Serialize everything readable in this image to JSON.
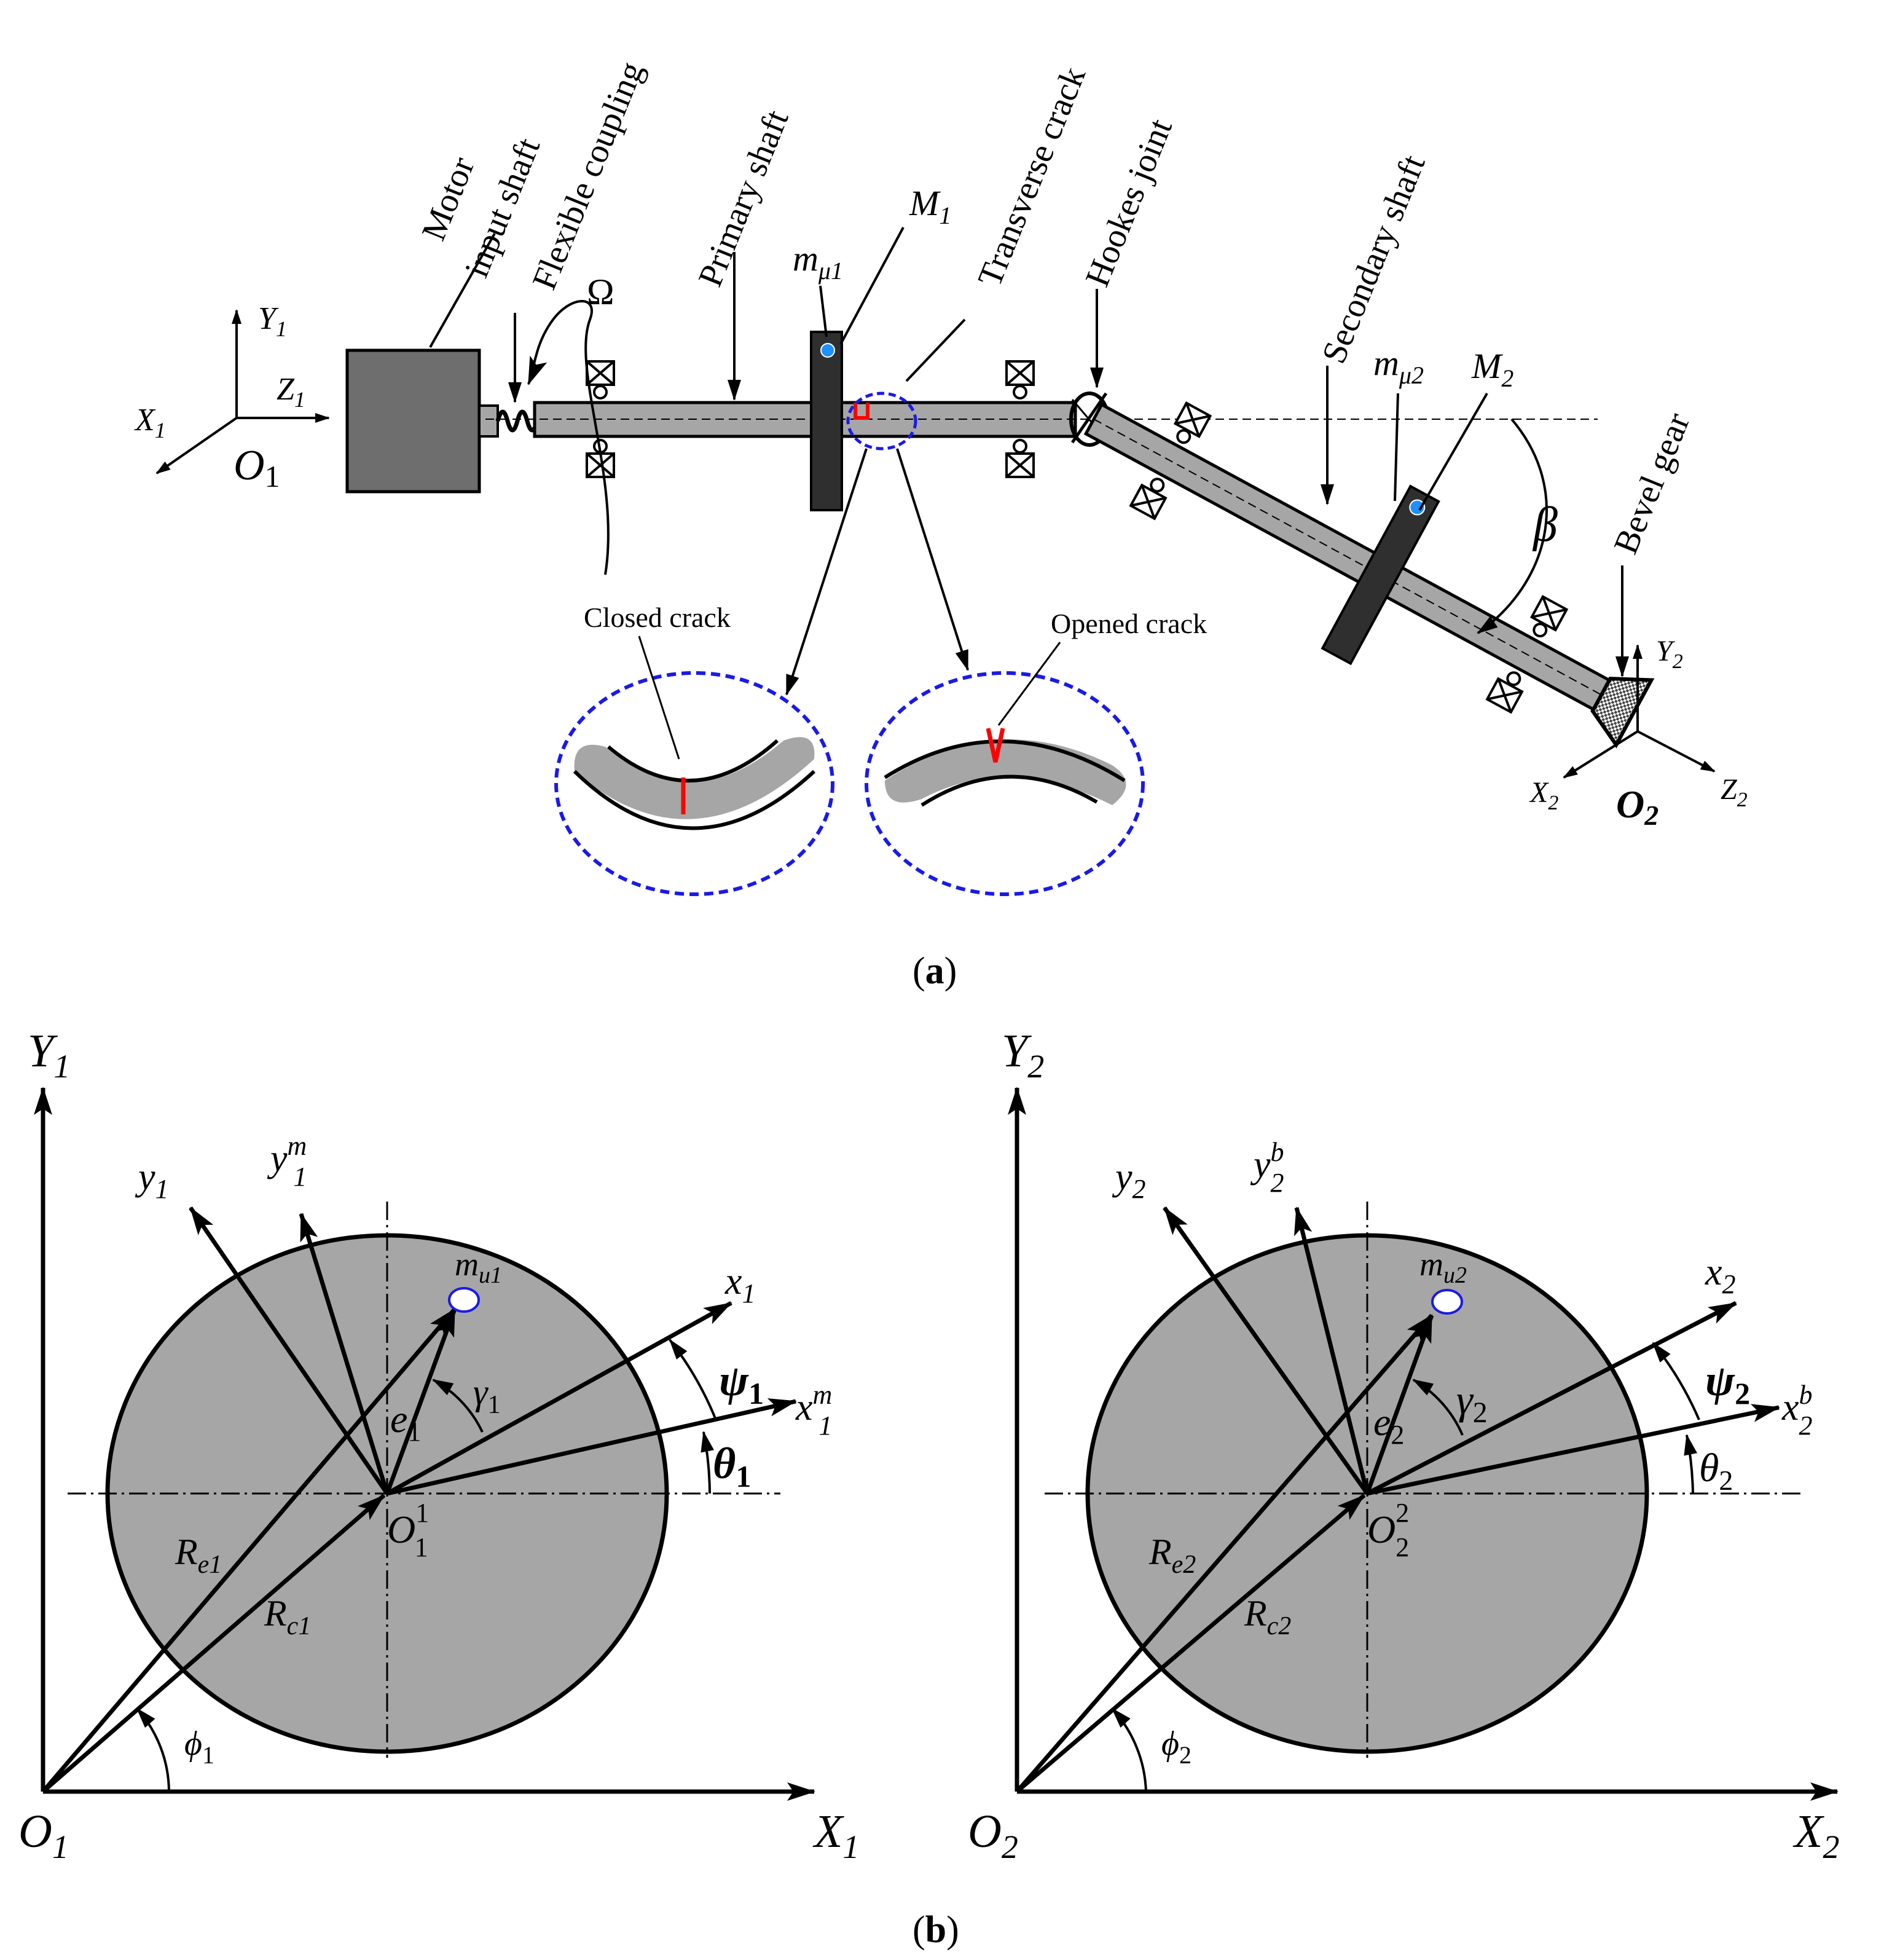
{
  "panel_a": {
    "caption_open": "(",
    "caption_letter": "a",
    "caption_close": ")",
    "labels": {
      "motor_line1": "Motor",
      "motor_line2": "input shaft",
      "flexible_coupling": "Flexible coupling",
      "primary_shaft": "Primary shaft",
      "transverse_crack": "Transverse crack",
      "hookes_joint": "Hookes joint",
      "secondary_shaft": "Secondary shaft",
      "bevel_gear": "Bevel gear",
      "closed_crack": "Closed crack",
      "opened_crack": "Opened crack",
      "omega": "Ω",
      "beta": "β"
    },
    "mass1": {
      "m": "m",
      "m_sub": "μ1",
      "M": "M",
      "M_sub": "1"
    },
    "mass2": {
      "m": "m",
      "m_sub": "μ2",
      "M": "M",
      "M_sub": "2"
    },
    "frame1": {
      "X": "X",
      "X_sub": "1",
      "Y": "Y",
      "Y_sub": "1",
      "Z": "Z",
      "Z_sub": "1",
      "O": "O",
      "O_sub": "1"
    },
    "frame2": {
      "X": "X",
      "X_sub": "2",
      "Y": "Y",
      "Y_sub": "2",
      "Z": "Z",
      "Z_sub": "2",
      "O": "O",
      "O_sub": "2"
    }
  },
  "panel_b": {
    "caption_open": "(",
    "caption_letter": "b",
    "caption_close": ")",
    "left": {
      "Y": "Y",
      "Y_sub": "1",
      "X": "X",
      "X_sub": "1",
      "O": "O",
      "O_sub": "1",
      "y": "y",
      "y_sub": "1",
      "ym": "y",
      "ym_sub": "1",
      "ym_sup": "m",
      "x": "x",
      "x_sub": "1",
      "xm": "x",
      "xm_sub": "1",
      "xm_sup": "m",
      "mu": "m",
      "mu_sub": "u1",
      "psi": "ψ",
      "psi_sub": "1",
      "theta": "θ",
      "theta_sub": "1",
      "gamma": "γ",
      "gamma_sub": "1",
      "e": "e",
      "e_sub": "1",
      "Oc": "O",
      "Oc_sub": "1",
      "Oc_sup": "1",
      "Re": "R",
      "Re_sub": "e1",
      "Rc": "R",
      "Rc_sub": "c1",
      "phi": "ϕ",
      "phi_sub": "1"
    },
    "right": {
      "Y": "Y",
      "Y_sub": "2",
      "X": "X",
      "X_sub": "2",
      "O": "O",
      "O_sub": "2",
      "y": "y",
      "y_sub": "2",
      "ym": "y",
      "ym_sub": "2",
      "ym_sup": "b",
      "x": "x",
      "x_sub": "2",
      "xm": "x",
      "xm_sub": "2",
      "xm_sup": "b",
      "mu": "m",
      "mu_sub": "u2",
      "psi": "ψ",
      "psi_sub": "2",
      "theta": "θ",
      "theta_sub": "2",
      "gamma": "γ",
      "gamma_sub": "2",
      "e": "e",
      "e_sub": "2",
      "Oc": "O",
      "Oc_sub": "2",
      "Oc_sup": "2",
      "Re": "R",
      "Re_sub": "e2",
      "Rc": "R",
      "Rc_sub": "c2",
      "phi": "ϕ",
      "phi_sub": "2"
    }
  },
  "colors": {
    "shaft_fill": "#a6a6a6",
    "disc_fill": "#2f2f2f",
    "motor_fill": "#6e6e6e",
    "rotor_fill": "#a6a6a6",
    "crack": "#ff0000",
    "dashed_circle": "#1a1ae6",
    "mass_dot": "#1e90ff"
  }
}
